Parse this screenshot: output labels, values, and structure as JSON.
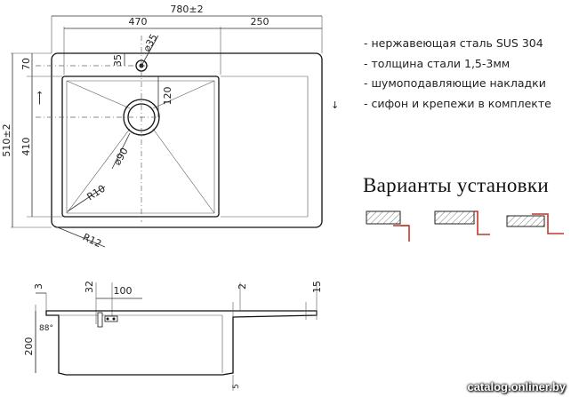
{
  "features": [
    "- нержавеющая сталь SUS 304",
    "- толщина стали 1,5-3мм",
    "- шумоподавляющие накладки",
    "- сифон и крепежи в комплекте"
  ],
  "variants_title": "Варианты установки",
  "watermark": "catalog.onliner.by",
  "top_view": {
    "width_total": "780±2",
    "bowl_width": "470",
    "drainboard_width": "250",
    "depth_total": "510±2",
    "bowl_depth": "410",
    "edge_offset": "70",
    "tap_hole_offset": "35",
    "tap_hole_diameter": "⌀35",
    "drain_offset": "120",
    "drain_diameter": "⌀90",
    "inner_radius": "R10",
    "outer_radius": "R12"
  },
  "side_view": {
    "rim": "3",
    "tap_offset": "32",
    "tap_spacing": "100",
    "slope": "2",
    "flange": "15",
    "depth": "200",
    "angle": "88°",
    "base": "5"
  },
  "accent_color": "#c0392b"
}
